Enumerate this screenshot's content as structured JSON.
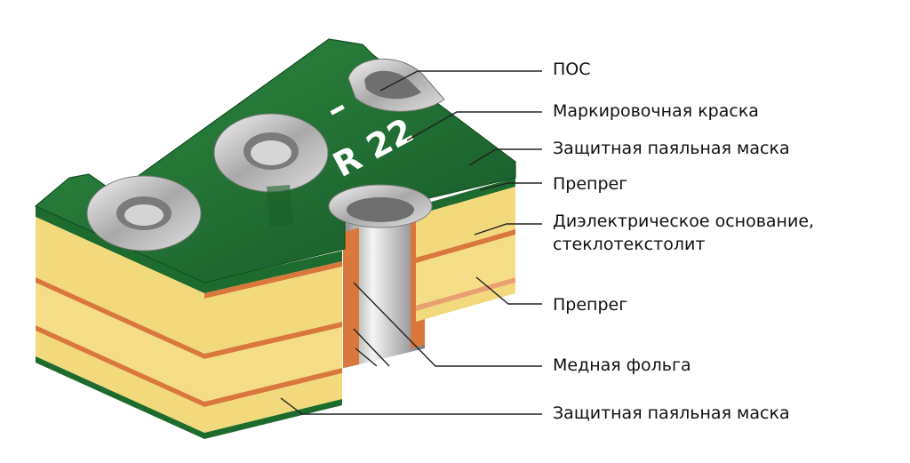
{
  "marking": {
    "polarity": "–",
    "refdes": "R 22"
  },
  "labels": {
    "solder": "ПОС",
    "marking_ink": "Маркировочная краска",
    "solder_mask_top": "Защитная паяльная маска",
    "prepreg_top": "Препрег",
    "dielectric_line1": "Диэлектрическое основание,",
    "dielectric_line2": "стеклотекстолит",
    "prepreg_bottom": "Препрег",
    "copper_foil": "Медная фольга",
    "solder_mask_bottom": "Защитная паяльная маска"
  },
  "colors": {
    "solder_mask": "#1e6b2e",
    "fr4": "#f1d97c",
    "copper": "#d9783c",
    "tin": "#b8b8b8",
    "silkscreen": "#ffffff"
  }
}
